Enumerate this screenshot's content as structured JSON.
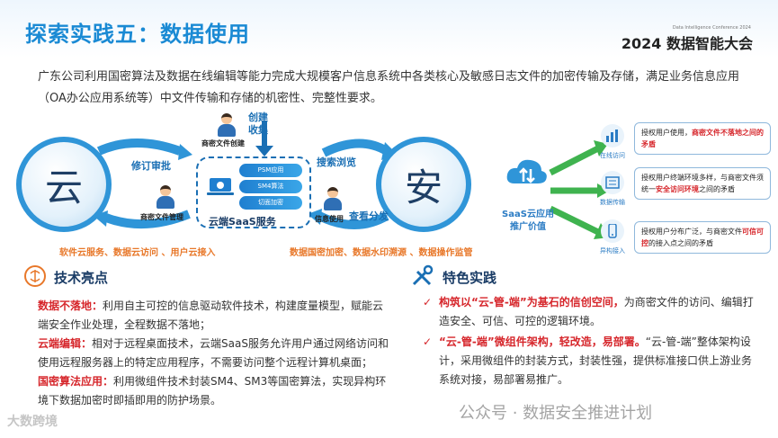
{
  "header": {
    "title": "探索实践五：数据使用",
    "conf_sub": "Data Intelligence Conference 2024",
    "conf_name": "2024 数据智能大会"
  },
  "intro": "广东公司利用国密算法及数据在线编辑等能力完成大规模客户信息系统中各类核心及敏感日志文件的加密传输及存储，满足业务信息应用（OA办公应用系统等）中文件传输和存储的机密性、完整性要求。",
  "diagram": {
    "cloud_char": "云",
    "safe_char": "安",
    "revise_approve": "修订审批",
    "doc_mgmt": "商密文件管理",
    "doc_create": "商密文件创建",
    "create_collect": "创建\n收集",
    "search_browse": "搜索浏览",
    "view_distribute": "查看分发",
    "info_use": "信息使用",
    "saas_pills": [
      "PSM应用",
      "SM4算法",
      "切面加密"
    ],
    "saas_title": "云端SaaS服务",
    "bottom_left": "软件云服务、数据云访问 、用户云接入",
    "bottom_right": "数据国密加密、数据水印溯源 、数据操作监管"
  },
  "right_panel": {
    "saas_push": "SaaS云应用\n推广价值",
    "features": [
      {
        "label": "在线访问",
        "icon": "bar-chart-icon"
      },
      {
        "label": "数据传输",
        "icon": "data-transfer-icon"
      },
      {
        "label": "异构接入",
        "icon": "mobile-access-icon"
      }
    ],
    "notes": [
      {
        "pre": "授权用户使用，",
        "red": "商密文件不落地之间的矛盾",
        "post": ""
      },
      {
        "pre": "授权用户终端环境多样，与商密文件须统一",
        "red": "安全访问环境",
        "post": "之间的矛盾"
      },
      {
        "pre": "授权用户分布广泛，与商密文件",
        "red": "可信可控",
        "post": "的接入点之间的矛盾"
      }
    ]
  },
  "tech": {
    "title": "技术亮点",
    "items": [
      {
        "key": "数据不落地：",
        "text": "利用自主可控的信息驱动软件技术，构建度量模型，赋能云端安全作业处理，全程数据不落地；"
      },
      {
        "key": "云端编辑：",
        "text": "相对于远程桌面技术，云端SaaS服务允许用户通过网络访问和使用远程服务器上的特定应用程序，不需要访问整个远程计算机桌面；"
      },
      {
        "key": "国密算法应用：",
        "text": "利用微组件技术封装SM4、SM3等国密算法，实现异构环境下数据加密时即插即用的防护场景。"
      }
    ]
  },
  "practice": {
    "title": "特色实践",
    "items": [
      {
        "red": "构筑以“云-管-端”为基石的信创空间，",
        "text": "为商密文件的访问、编辑打造安全、可信、可控的逻辑环境。"
      },
      {
        "red": "“云-管-端”微组件架构，轻改造，易部署。",
        "text": "“云-管-端”整体架构设计，采用微组件的封装方式，封装性强，提供标准接口供上游业务系统对接，易部署易推广。"
      }
    ]
  },
  "watermarks": {
    "left": "大数跨境",
    "right": "公众号 · 数据安全推进计划"
  },
  "colors": {
    "title": "#1a8ad4",
    "accent_red": "#d6262b",
    "accent_orange": "#e8782a",
    "arrow_green": "#3fb34f",
    "circle_blue": "#2f95d8"
  }
}
